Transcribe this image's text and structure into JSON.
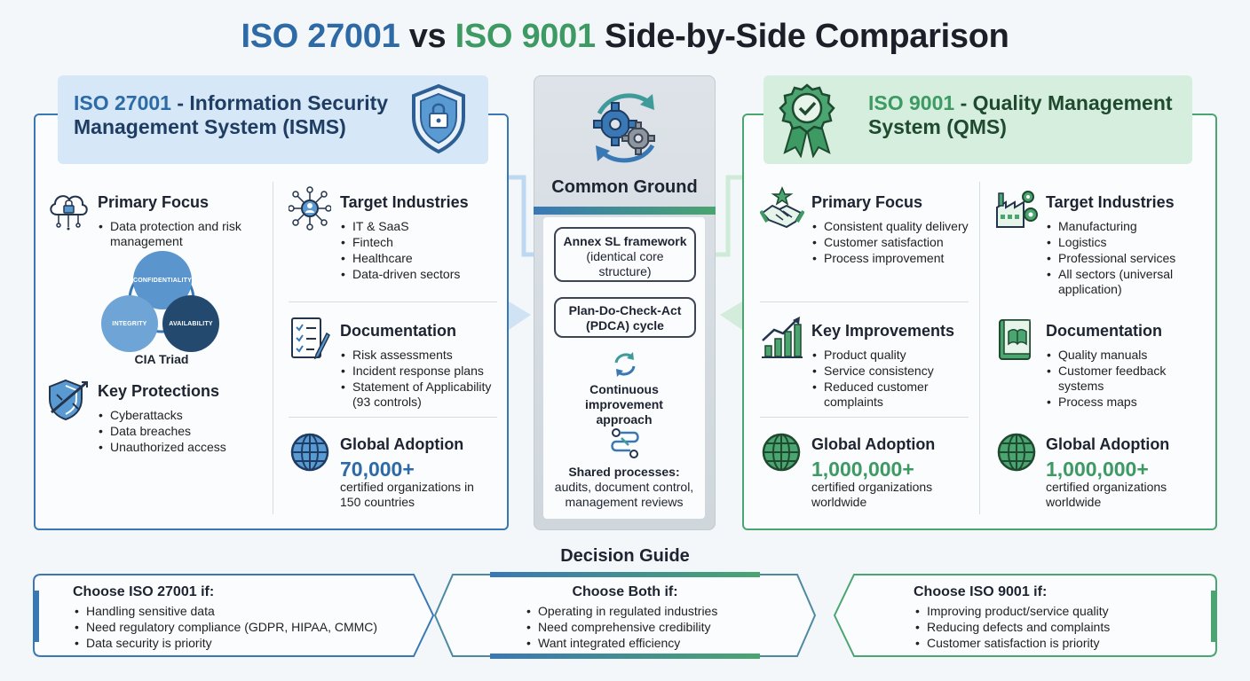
{
  "title": {
    "part1": "ISO 27001",
    "part2": " vs ",
    "part3": "ISO 9001",
    "part4": " Side-by-Side Comparison"
  },
  "colors": {
    "blue": "#2d6aa6",
    "green": "#3d9a63",
    "dark": "#1d2330"
  },
  "left": {
    "header_code": "ISO 27001",
    "header_rest": " - Information Security Management System (ISMS)",
    "primary_focus": {
      "title": "Primary Focus",
      "items": [
        "Data protection and risk management"
      ]
    },
    "cia": {
      "confidentiality": "CONFIDENTIALITY",
      "integrity": "INTEGRITY",
      "availability": "AVAILABILITY",
      "label": "CIA Triad"
    },
    "key_protections": {
      "title": "Key Protections",
      "items": [
        "Cyberattacks",
        "Data breaches",
        "Unauthorized access"
      ]
    },
    "target_industries": {
      "title": "Target Industries",
      "items": [
        "IT & SaaS",
        "Fintech",
        "Healthcare",
        "Data-driven sectors"
      ]
    },
    "documentation": {
      "title": "Documentation",
      "items": [
        "Risk assessments",
        "Incident response plans",
        "Statement of Applicability (93 controls)"
      ]
    },
    "global_adoption": {
      "title": "Global Adoption",
      "number": "70,000+",
      "desc": "certified organizations in 150 countries"
    }
  },
  "center": {
    "title": "Common Ground",
    "box1": "Annex SL framework",
    "box1_sub": "(identical core structure)",
    "box2": "Plan-Do-Check-Act (PDCA) cycle",
    "continuous": "Continuous improvement approach",
    "shared_title": "Shared processes:",
    "shared_desc": "audits, document control, management reviews"
  },
  "right": {
    "header_code": "ISO 9001",
    "header_rest": " - Quality Management System (QMS)",
    "primary_focus": {
      "title": "Primary Focus",
      "items": [
        "Consistent quality delivery",
        "Customer satisfaction",
        "Process improvement"
      ]
    },
    "key_improvements": {
      "title": "Key Improvements",
      "items": [
        "Product quality",
        "Service consistency",
        "Reduced customer complaints"
      ]
    },
    "global_adoption_1": {
      "title": "Global Adoption",
      "number": "1,000,000+",
      "desc": "certified organizations worldwide"
    },
    "target_industries": {
      "title": "Target Industries",
      "items": [
        "Manufacturing",
        "Logistics",
        "Professional services",
        "All sectors (universal application)"
      ]
    },
    "documentation": {
      "title": "Documentation",
      "items": [
        "Quality manuals",
        "Customer feedback systems",
        "Process maps"
      ]
    },
    "global_adoption_2": {
      "title": "Global Adoption",
      "number": "1,000,000+",
      "desc": "certified organizations worldwide"
    }
  },
  "decision": {
    "title": "Decision Guide",
    "iso27001": {
      "title": "Choose ISO 27001 if:",
      "items": [
        "Handling sensitive data",
        "Need regulatory compliance (GDPR, HIPAA, CMMC)",
        "Data security is priority"
      ]
    },
    "both": {
      "title": "Choose Both if:",
      "items": [
        "Operating in regulated industries",
        "Need comprehensive credibility",
        "Want integrated efficiency"
      ]
    },
    "iso9001": {
      "title": "Choose ISO 9001 if:",
      "items": [
        "Improving product/service quality",
        "Reducing defects and complaints",
        "Customer satisfaction is priority"
      ]
    }
  }
}
